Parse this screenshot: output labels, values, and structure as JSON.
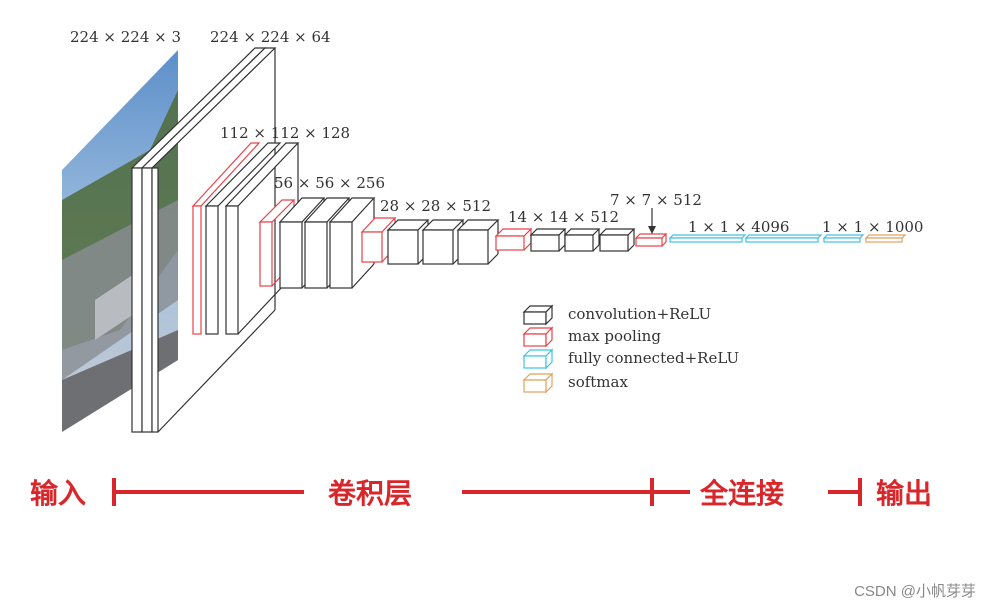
{
  "dimensions": {
    "input": "224 × 224 × 3",
    "conv1": "224 × 224 × 64",
    "conv2": "112 × 112 × 128",
    "conv3": "56 × 56 × 256",
    "conv4": "28 × 28 × 512",
    "conv5": "14 × 14 × 512",
    "pool5": "7 × 7 × 512",
    "fc": "1 × 1 × 4096",
    "out": "1 × 1 × 1000"
  },
  "legend": [
    {
      "label": "convolution+ReLU",
      "color": "#333333"
    },
    {
      "label": "max pooling",
      "color": "#e8414a"
    },
    {
      "label": "fully connected+ReLU",
      "color": "#3fc3e6"
    },
    {
      "label": "softmax",
      "color": "#e3a25c"
    }
  ],
  "stages": {
    "input": "输入",
    "conv": "卷积层",
    "fc": "全连接",
    "output": "输出"
  },
  "credit": "CSDN @小帆芽芽",
  "colors": {
    "conv": "#333333",
    "pool": "#e8414a",
    "fc": "#3fc3e6",
    "softmax": "#e3a25c",
    "stage": "#d9262a"
  }
}
